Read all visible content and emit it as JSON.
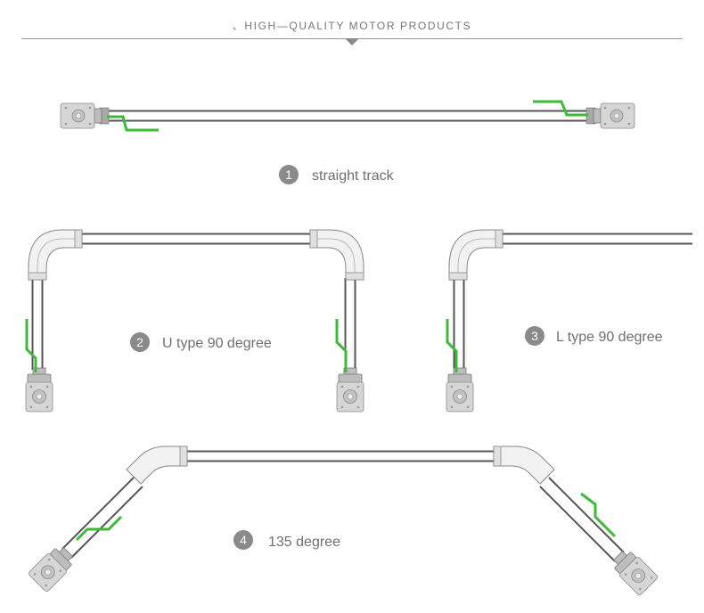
{
  "header": {
    "title": "、HIGH—QUALITY MOTOR PRODUCTS"
  },
  "colors": {
    "wire": "#3fb93a",
    "rail": "#555555",
    "motor": "#cfcfcf",
    "badge": "#8a8a8a",
    "label": "#707070",
    "divider": "#999999"
  },
  "tracks": [
    {
      "number": "1",
      "label": "straight track"
    },
    {
      "number": "2",
      "label": "U type 90 degree"
    },
    {
      "number": "3",
      "label": "L type 90 degree"
    },
    {
      "number": "4",
      "label": "135 degree"
    }
  ]
}
